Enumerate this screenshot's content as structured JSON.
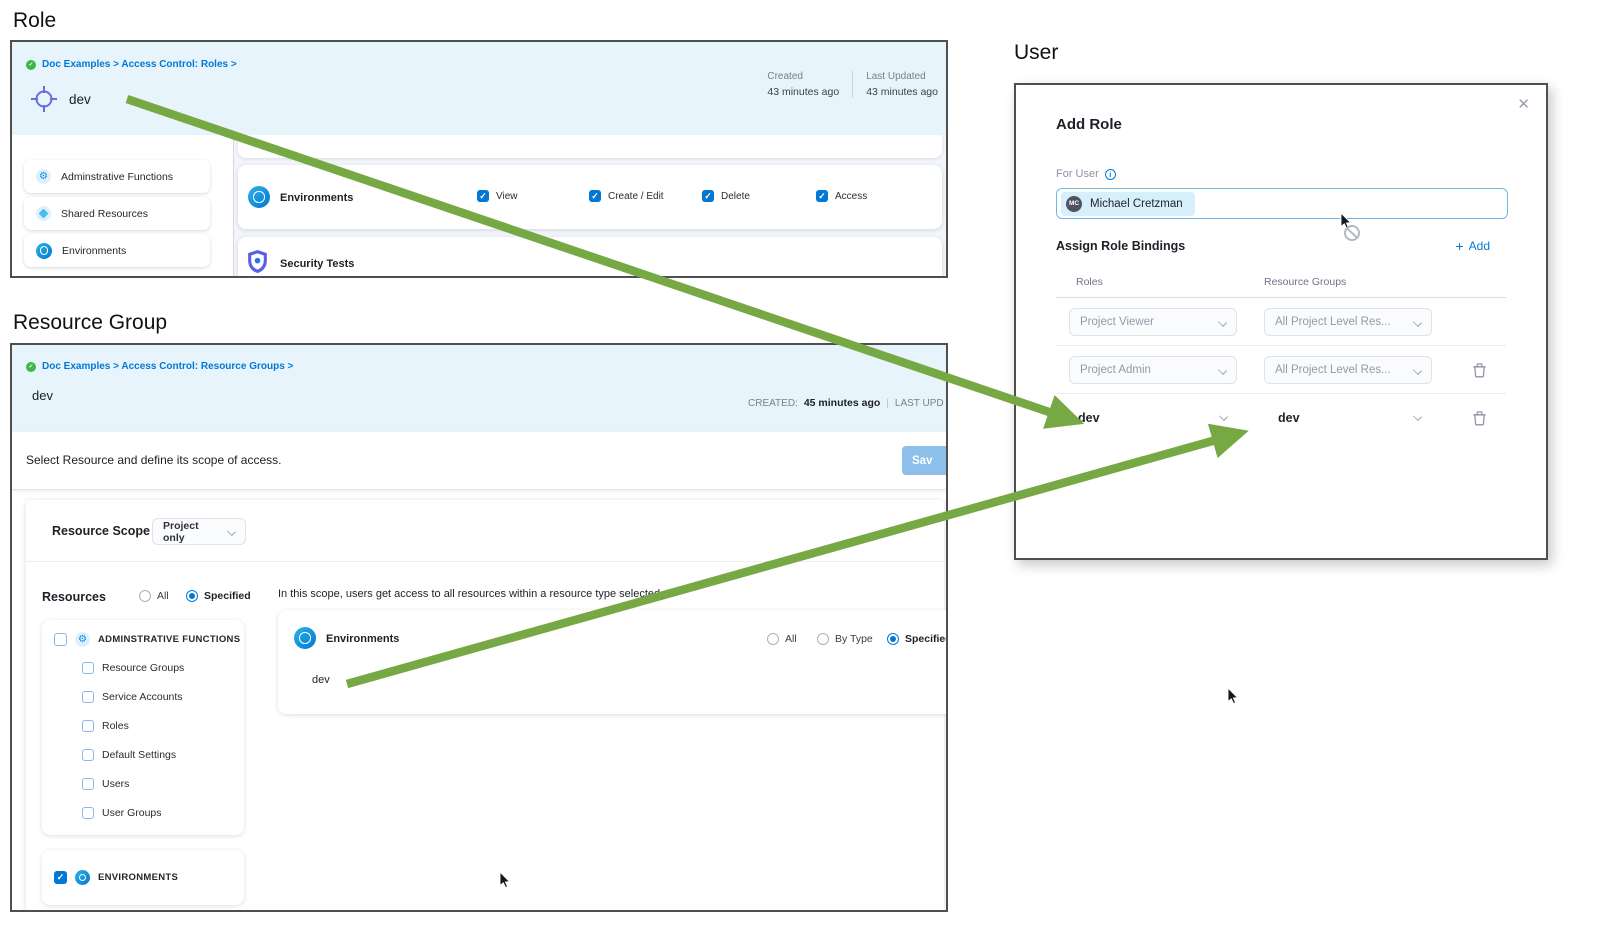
{
  "colors": {
    "accent": "#0278d5",
    "header_bg": "#e7f4fb",
    "arrow_green": "#76a843"
  },
  "sections": {
    "role": {
      "label": "Role",
      "breadcrumb": "Doc Examples > Access Control: Roles >",
      "title": "dev",
      "created_label": "Created",
      "created_value": "43 minutes ago",
      "updated_label": "Last Updated",
      "updated_value": "43 minutes ago",
      "sidebar_items": [
        {
          "label": "Adminstrative Functions"
        },
        {
          "label": "Shared Resources"
        },
        {
          "label": "Environments"
        }
      ],
      "permissions_row": {
        "label": "Environments",
        "options": [
          {
            "label": "View",
            "checked": true
          },
          {
            "label": "Create / Edit",
            "checked": true
          },
          {
            "label": "Delete",
            "checked": true
          },
          {
            "label": "Access",
            "checked": true
          }
        ]
      },
      "security_row": {
        "label": "Security Tests"
      }
    },
    "resource_group": {
      "label": "Resource Group",
      "breadcrumb": "Doc Examples > Access Control: Resource Groups >",
      "title": "dev",
      "created_label": "CREATED:",
      "created_value": "45 minutes ago",
      "updated_label": "LAST UPD",
      "instruction": "Select Resource and define its scope of access.",
      "save_label": "Sav",
      "scope_label": "Resource Scope",
      "scope_value": "Project only",
      "resources_label": "Resources",
      "resources_filter": [
        {
          "label": "All",
          "selected": false
        },
        {
          "label": "Specified",
          "selected": true
        }
      ],
      "admin_group": {
        "label": "ADMINSTRATIVE FUNCTIONS",
        "checked": false,
        "children": [
          {
            "label": "Resource Groups"
          },
          {
            "label": "Service Accounts"
          },
          {
            "label": "Roles"
          },
          {
            "label": "Default Settings"
          },
          {
            "label": "Users"
          },
          {
            "label": "User Groups"
          }
        ]
      },
      "env_group": {
        "label": "ENVIRONMENTS",
        "checked": true
      },
      "scope_note": "In this scope, users get access to all resources within a resource type selected",
      "env_row": {
        "label": "Environments",
        "options": [
          {
            "label": "All",
            "selected": false
          },
          {
            "label": "By Type",
            "selected": false
          },
          {
            "label": "Specified",
            "selected": true
          }
        ],
        "value": "dev"
      }
    },
    "user": {
      "label": "User",
      "dialog_title": "Add Role",
      "for_user_label": "For User",
      "user_initials": "MC",
      "user_name": "Michael Cretzman",
      "assign_heading": "Assign Role Bindings",
      "add_plus": "+",
      "add_label": "Add",
      "col_roles": "Roles",
      "col_resource_groups": "Resource Groups",
      "bindings": [
        {
          "role": "Project Viewer",
          "resource_group": "All Project Level Res...",
          "deletable": false
        },
        {
          "role": "Project Admin",
          "resource_group": "All Project Level Res...",
          "deletable": true
        },
        {
          "role": "dev",
          "resource_group": "dev",
          "deletable": true
        }
      ]
    }
  }
}
